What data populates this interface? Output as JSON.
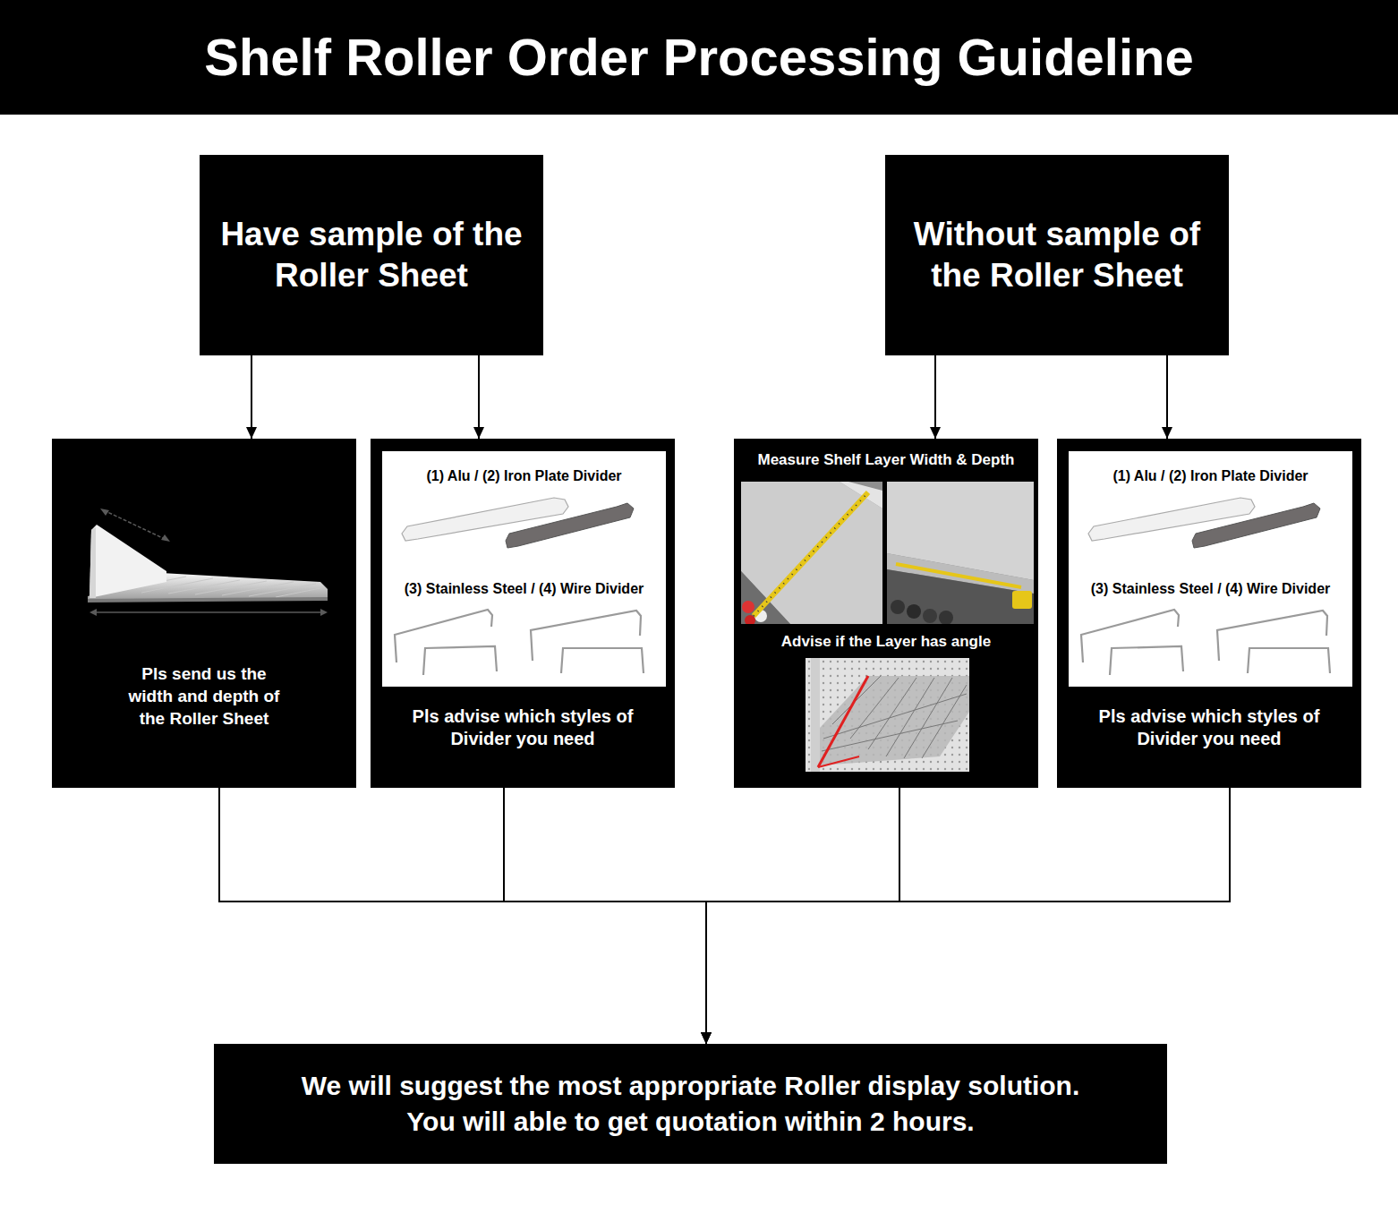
{
  "diagram": {
    "title": "Shelf Roller Order Processing Guideline",
    "nodes": [
      {
        "text": [
          "Have sample of the Roller Sheet"
        ]
      },
      {
        "text": [
          "Without sample of the Roller Sheet"
        ]
      },
      {
        "text": [
          "Pls send us the width and depth of the Roller Sheet"
        ]
      },
      {
        "text": [
          "Pls advise which styles of Divider you need"
        ]
      },
      {
        "text": [
          "(1) Alu / (2) Iron Plate Divider",
          "(3) Stainless Steel / (4) Wire Divider"
        ],
        "in": 3
      },
      {
        "text": [
          "Measure Shelf Layer Width & Depth",
          "Advise if the Layer has angle"
        ]
      },
      {
        "text": [
          "Pls advise which styles of Divider you need"
        ]
      },
      {
        "text": [
          "(1) Alu / (2) Iron Plate Divider",
          "(3) Stainless Steel / (4) Wire Divider"
        ],
        "in": 6
      },
      {
        "text": [
          "We will suggest the most appropriate Roller display solution. You will able to get quotation within 2 hours."
        ]
      }
    ],
    "edges": [
      {
        "from": 0,
        "to": 2,
        "arrow": "to"
      },
      {
        "from": 0,
        "to": 3,
        "arrow": "to"
      },
      {
        "from": 1,
        "to": 5,
        "arrow": "to"
      },
      {
        "from": 1,
        "to": 6,
        "arrow": "to"
      },
      {
        "from": 2,
        "to": 8,
        "arrow": "to"
      },
      {
        "from": 3,
        "to": 8,
        "arrow": "to"
      },
      {
        "from": 5,
        "to": 8,
        "arrow": "to"
      },
      {
        "from": 6,
        "to": 8,
        "arrow": "to"
      }
    ]
  }
}
